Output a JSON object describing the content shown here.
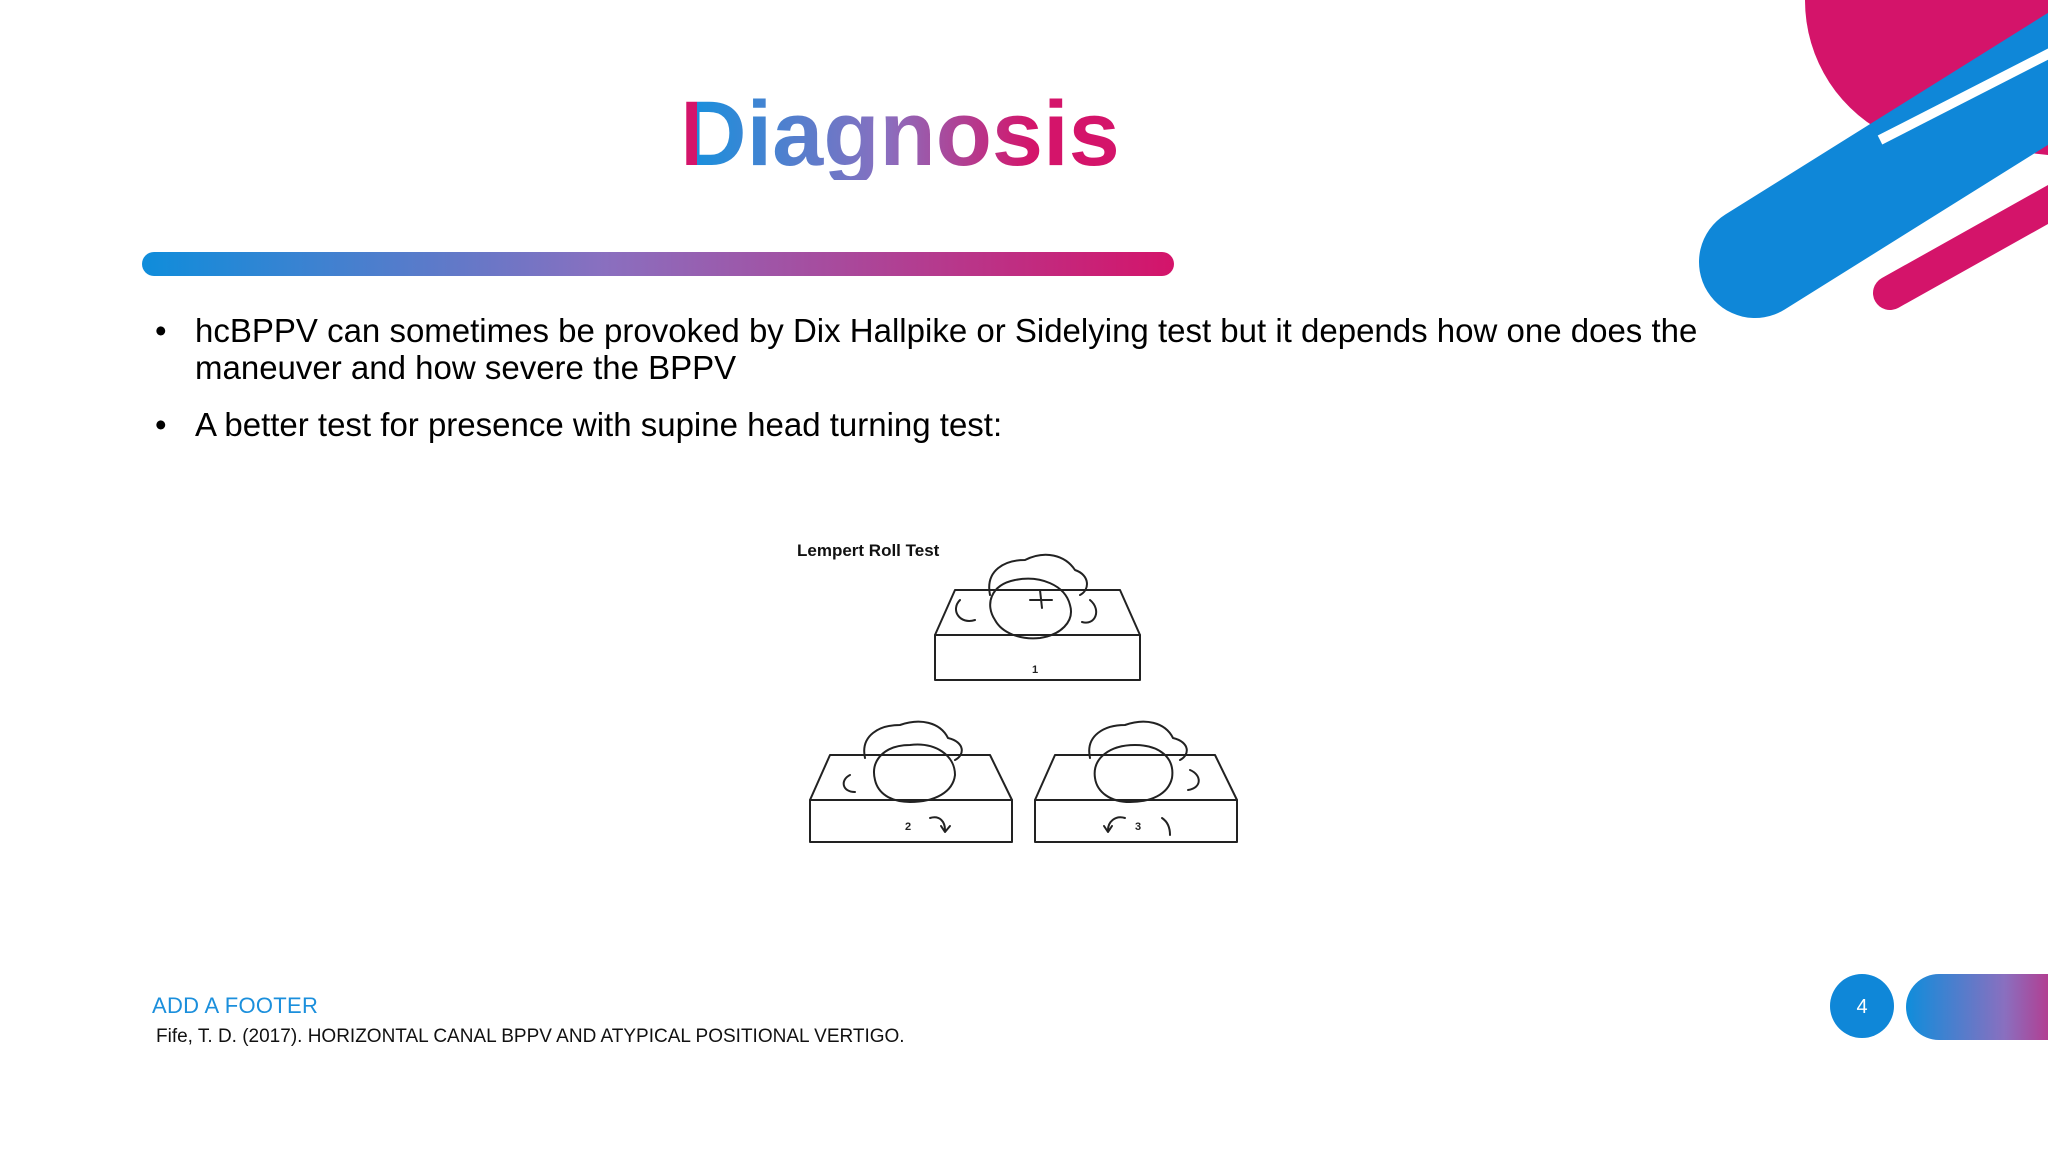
{
  "slide": {
    "title": "Diagnosis",
    "bullets": [
      "hcBPPV can sometimes be provoked by Dix Hallpike or Sidelying test but it depends how one does the maneuver and how severe the BPPV",
      "A better test for presence with supine head turning test:"
    ],
    "figure": {
      "title": "Lempert Roll Test",
      "step_labels": [
        "1",
        "2",
        "3"
      ]
    },
    "footer": "ADD A FOOTER",
    "citation": "Fife, T. D. (2017). HORIZONTAL CANAL BPPV AND ATYPICAL POSITIONAL VERTIGO.",
    "page_number": "4"
  },
  "colors": {
    "blue": "#0f87d8",
    "magenta": "#d4146a",
    "purple_mid": "#8a6fbf"
  }
}
